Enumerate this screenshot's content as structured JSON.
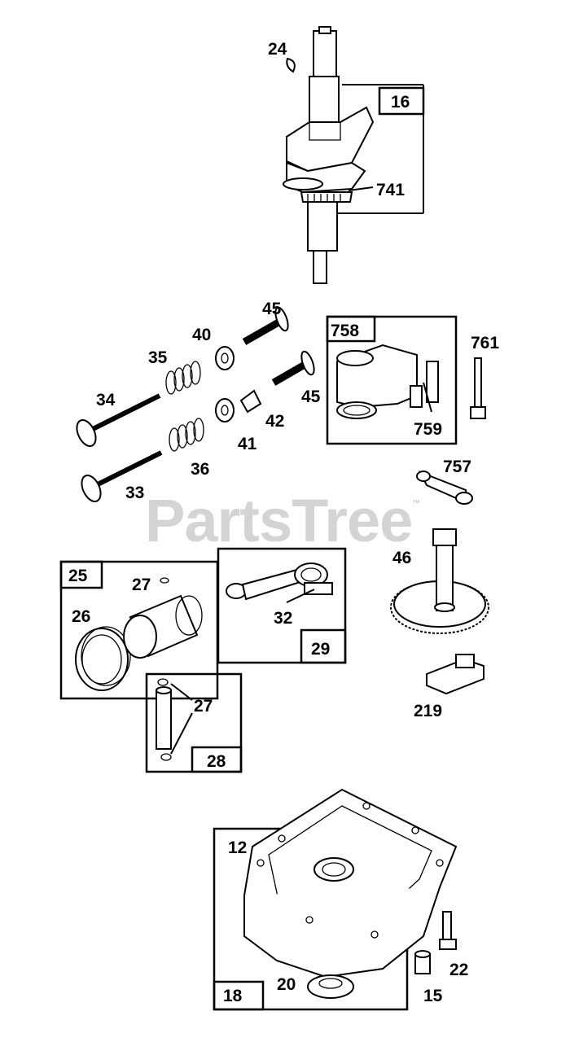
{
  "watermark": {
    "text": "PartsTree",
    "trademark": "™"
  },
  "labels": {
    "p24": "24",
    "p16": "16",
    "p741": "741",
    "p45a": "45",
    "p40": "40",
    "p35": "35",
    "p758": "758",
    "p761": "761",
    "p34": "34",
    "p45b": "45",
    "p42": "42",
    "p759": "759",
    "p41": "41",
    "p36": "36",
    "p757": "757",
    "p33": "33",
    "p25": "25",
    "p27a": "27",
    "p46": "46",
    "p26": "26",
    "p32": "32",
    "p29": "29",
    "p27b": "27",
    "p219": "219",
    "p28": "28",
    "p12": "12",
    "p22": "22",
    "p20": "20",
    "p15": "15",
    "p18": "18"
  }
}
